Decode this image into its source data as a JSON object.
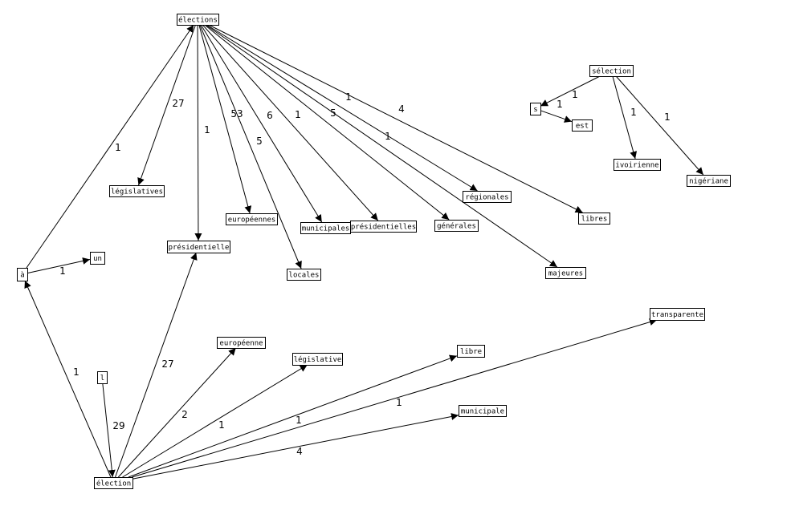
{
  "nodes": {
    "elections": "élections",
    "legislatives": "législatives",
    "presidentielle": "présidentielle",
    "europeennes": "européennes",
    "municipales": "municipales",
    "presidentielles": "présidentielles",
    "locales": "locales",
    "generales": "générales",
    "regionales": "régionales",
    "libres": "libres",
    "majeures": "majeures",
    "selection": "sélection",
    "s": "s",
    "est": "est",
    "ivoirienne": "ivoirienne",
    "nigeriane": "nigériane",
    "a": "à",
    "un": "un",
    "l": "l",
    "election": "élection",
    "europeenne": "européenne",
    "legislative": "législative",
    "libre": "libre",
    "municipale": "municipale",
    "transparente": "transparente"
  },
  "edges": [
    {
      "from": "elections",
      "to": "legislatives",
      "weight": "27"
    },
    {
      "from": "elections",
      "to": "presidentielle",
      "weight": "1"
    },
    {
      "from": "elections",
      "to": "europeennes",
      "weight": "53"
    },
    {
      "from": "elections",
      "to": "locales",
      "weight": "5"
    },
    {
      "from": "elections",
      "to": "municipales",
      "weight": "6"
    },
    {
      "from": "elections",
      "to": "presidentielles",
      "weight": "1"
    },
    {
      "from": "elections",
      "to": "generales",
      "weight": "5"
    },
    {
      "from": "elections",
      "to": "regionales",
      "weight": "1"
    },
    {
      "from": "elections",
      "to": "majeures",
      "weight": "1"
    },
    {
      "from": "elections",
      "to": "libres",
      "weight": "4"
    },
    {
      "from": "selection",
      "to": "s",
      "weight": "1"
    },
    {
      "from": "s",
      "to": "est",
      "weight": "1"
    },
    {
      "from": "selection",
      "to": "ivoirienne",
      "weight": "1"
    },
    {
      "from": "selection",
      "to": "nigeriane",
      "weight": "1"
    },
    {
      "from": "a",
      "to": "elections",
      "weight": "1"
    },
    {
      "from": "a",
      "to": "un",
      "weight": "1"
    },
    {
      "from": "election",
      "to": "a",
      "weight": "1"
    },
    {
      "from": "l",
      "to": "election",
      "weight": "29"
    },
    {
      "from": "election",
      "to": "presidentielle",
      "weight": "27"
    },
    {
      "from": "election",
      "to": "europeenne",
      "weight": "2"
    },
    {
      "from": "election",
      "to": "legislative",
      "weight": "1"
    },
    {
      "from": "election",
      "to": "libre",
      "weight": "1"
    },
    {
      "from": "election",
      "to": "transparente",
      "weight": "1"
    },
    {
      "from": "election",
      "to": "municipale",
      "weight": "4"
    }
  ]
}
